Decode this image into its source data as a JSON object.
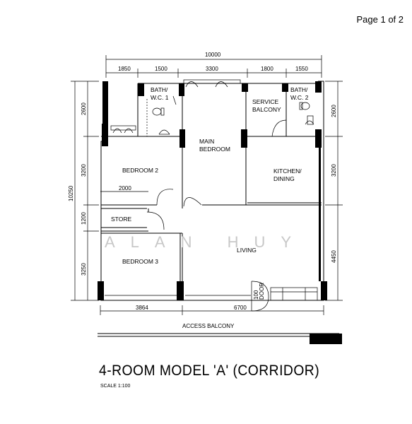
{
  "page_label": "Page 1 of 2",
  "title": "4-ROOM MODEL 'A' (CORRIDOR)",
  "scale": "SCALE  1:100",
  "watermark": "ALAN HUY",
  "access_balcony": "ACCESS BALCONY",
  "rooms": {
    "bath1_a": "BATH/",
    "bath1_b": "W.C. 1",
    "bath2_a": "BATH/",
    "bath2_b": "W.C. 2",
    "service_a": "SERVICE",
    "service_b": "BALCONY",
    "main_a": "MAIN",
    "main_b": "BEDROOM",
    "kitchen_a": "KITCHEN/",
    "kitchen_b": "DINING",
    "bedroom2": "BEDROOM 2",
    "store": "STORE",
    "bedroom3": "BEDROOM 3",
    "living": "LIVING",
    "door_a": "100",
    "door_b": "DOOR"
  },
  "dimensions": {
    "top_total": "10000",
    "top": [
      "1850",
      "1500",
      "3300",
      "1800",
      "1550"
    ],
    "left_total": "10250",
    "left": [
      "2600",
      "3200",
      "1200",
      "3250"
    ],
    "right": [
      "2600",
      "3200",
      "4450"
    ],
    "bottom": [
      "3864",
      "6700"
    ],
    "store_width": "2000"
  }
}
